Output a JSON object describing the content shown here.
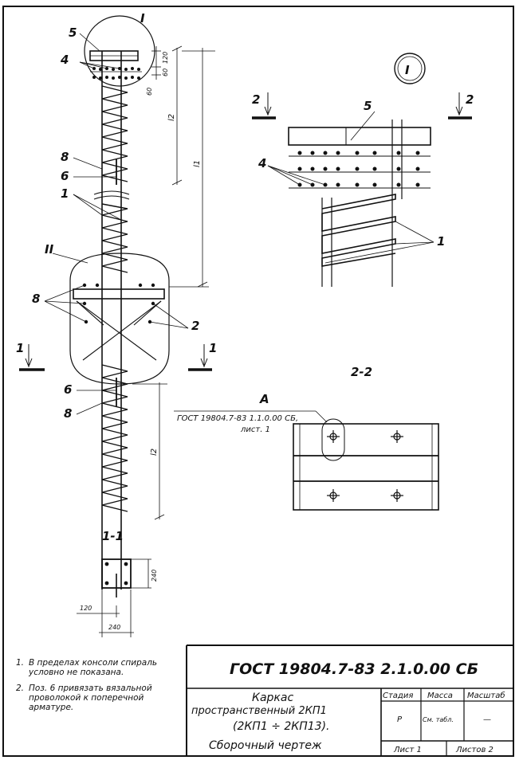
{
  "drawing": {
    "view_I_marker": "I",
    "view_II_marker": "II",
    "section_1_1": "1-1",
    "section_2_2": "2-2",
    "cut_1_left": "1",
    "cut_1_right": "1",
    "cut_2_left": "2",
    "cut_2_right": "2",
    "view_A": "A",
    "ref_line1": "ГОСТ 19804.7-83 1.1.0.00 СБ,",
    "ref_line2": "лист. 1",
    "pos_labels": {
      "p1": "1",
      "p2": "2",
      "p4": "4",
      "p5": "5",
      "p6": "6",
      "p8": "8"
    },
    "dims": {
      "d120": "120",
      "d60a": "60",
      "d60b": "60",
      "l1": "l1",
      "l2": "l2",
      "d240v": "240",
      "d240h": "240",
      "d120h": "120"
    }
  },
  "notes": [
    {
      "num": "1.",
      "text": "В пределах консоли спираль условно не показана."
    },
    {
      "num": "2.",
      "text": "Поз. 6 привязать вязальной проволокой к поперечной арматуре."
    }
  ],
  "title_block": {
    "designation": "ГОСТ 19804.7-83   2.1.0.00 СБ",
    "name_line1": "Каркас",
    "name_line2": "пространственный 2КП1",
    "name_line3": "(2КП1 ÷ 2КП13).",
    "name_line4": "Сборочный чертеж",
    "col_stage": "Стадия",
    "col_mass": "Масса",
    "col_scale": "Масштаб",
    "stage_value": "Р",
    "mass_value": "См. табл.",
    "scale_value": "—",
    "sheet_label": "Лист 1",
    "sheets_label": "Листов 2"
  }
}
